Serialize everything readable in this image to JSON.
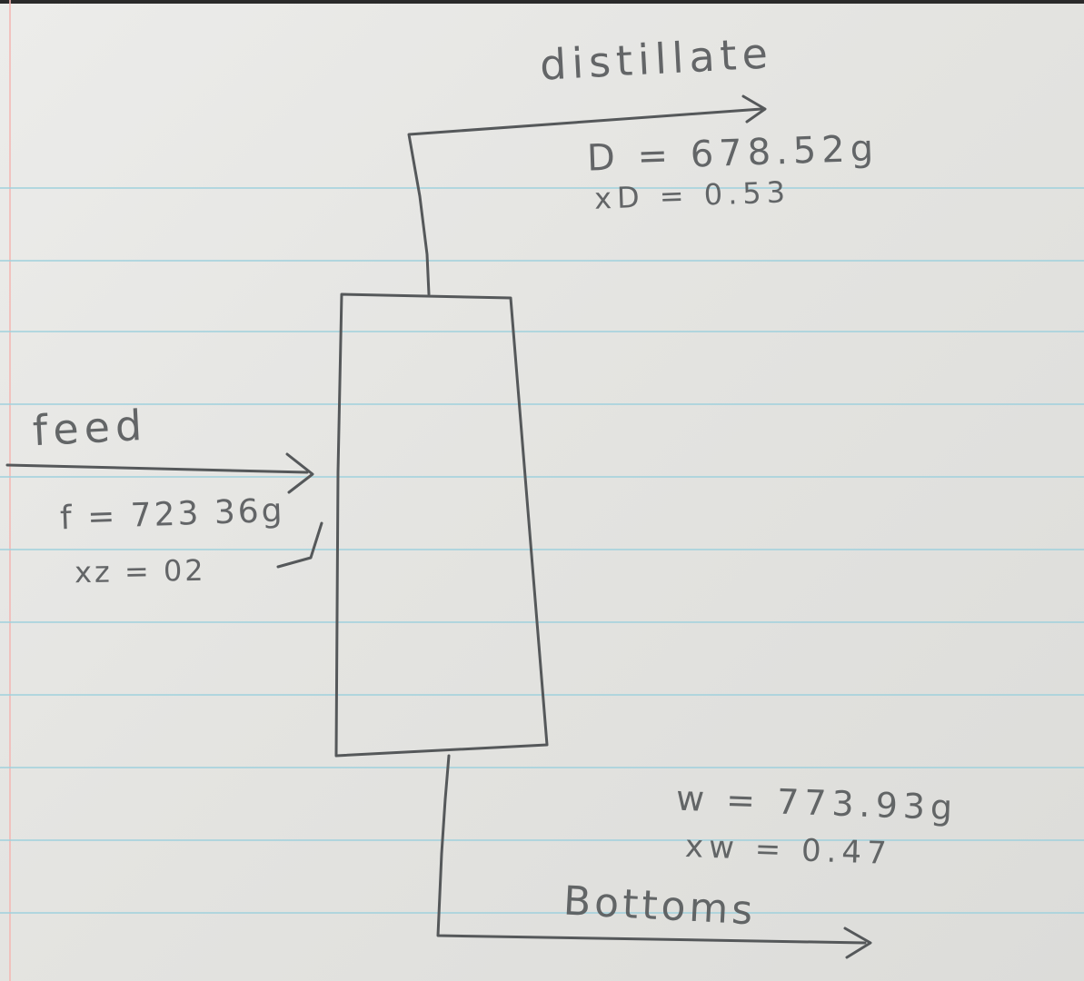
{
  "labels": {
    "distillate": "distillate",
    "distillate_flow": "D = 678.52g",
    "distillate_comp": "xD = 0.53",
    "feed": "feed",
    "feed_flow": "f = 723 36g",
    "feed_comp": "xz = 02",
    "bottoms_flow": "w = 773.93g",
    "bottoms_comp": "xw = 0.47",
    "bottoms": "Bottoms"
  },
  "colors": {
    "paper": "#e6e6e3",
    "ruled_line": "#9fd0dc",
    "margin_line": "#f2b8b4",
    "pencil": "#55585a"
  }
}
